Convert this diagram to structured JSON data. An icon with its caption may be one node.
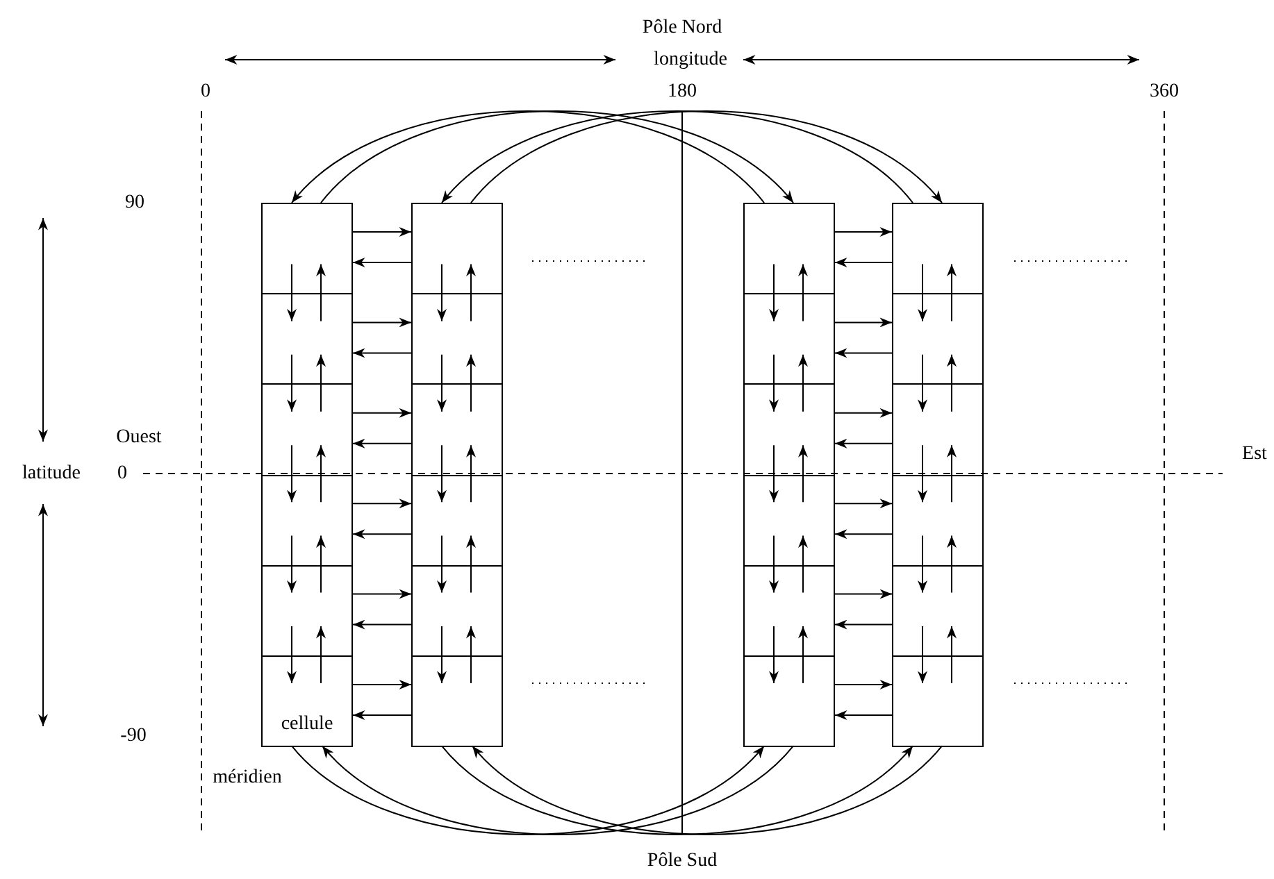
{
  "diagram": {
    "nodes": [
      {
        "text": [],
        "shape": "box"
      },
      {
        "text": [],
        "shape": "box"
      },
      {
        "text": [],
        "shape": "box"
      },
      {
        "text": [],
        "shape": "box"
      },
      {
        "text": [],
        "shape": "box"
      },
      {
        "text": [
          "cellule"
        ]
      },
      {
        "text": [],
        "shape": "box"
      },
      {
        "text": [],
        "shape": "box"
      },
      {
        "text": [],
        "shape": "box"
      },
      {
        "text": [],
        "shape": "box"
      },
      {
        "text": [],
        "shape": "box"
      },
      {
        "text": [],
        "shape": "box"
      },
      {
        "text": [],
        "shape": "box"
      },
      {
        "text": [],
        "shape": "box"
      },
      {
        "text": [],
        "shape": "box"
      },
      {
        "text": [],
        "shape": "box"
      },
      {
        "text": [],
        "shape": "box"
      },
      {
        "text": [],
        "shape": "box"
      },
      {
        "text": [],
        "shape": "box"
      },
      {
        "text": [],
        "shape": "box"
      },
      {
        "text": [],
        "shape": "box"
      },
      {
        "text": [],
        "shape": "box"
      },
      {
        "text": [],
        "shape": "box"
      },
      {
        "text": [],
        "shape": "box"
      }
    ],
    "edges": [
      {
        "from": 0,
        "to": 1,
        "arrow": "to"
      },
      {
        "from": 1,
        "to": 0,
        "arrow": "to"
      },
      {
        "from": 1,
        "to": 2,
        "arrow": "to"
      },
      {
        "from": 2,
        "to": 1,
        "arrow": "to"
      },
      {
        "from": 2,
        "to": 3,
        "arrow": "to"
      },
      {
        "from": 3,
        "to": 2,
        "arrow": "to"
      },
      {
        "from": 3,
        "to": 4,
        "arrow": "to"
      },
      {
        "from": 4,
        "to": 3,
        "arrow": "to"
      },
      {
        "from": 4,
        "to": 5,
        "arrow": "to"
      },
      {
        "from": 5,
        "to": 4,
        "arrow": "to"
      },
      {
        "from": 6,
        "to": 7,
        "arrow": "to"
      },
      {
        "from": 7,
        "to": 6,
        "arrow": "to"
      },
      {
        "from": 7,
        "to": 8,
        "arrow": "to"
      },
      {
        "from": 8,
        "to": 7,
        "arrow": "to"
      },
      {
        "from": 8,
        "to": 9,
        "arrow": "to"
      },
      {
        "from": 9,
        "to": 8,
        "arrow": "to"
      },
      {
        "from": 9,
        "to": 10,
        "arrow": "to"
      },
      {
        "from": 10,
        "to": 9,
        "arrow": "to"
      },
      {
        "from": 10,
        "to": 11,
        "arrow": "to"
      },
      {
        "from": 11,
        "to": 10,
        "arrow": "to"
      },
      {
        "from": 12,
        "to": 13,
        "arrow": "to"
      },
      {
        "from": 13,
        "to": 12,
        "arrow": "to"
      },
      {
        "from": 13,
        "to": 14,
        "arrow": "to"
      },
      {
        "from": 14,
        "to": 13,
        "arrow": "to"
      },
      {
        "from": 14,
        "to": 15,
        "arrow": "to"
      },
      {
        "from": 15,
        "to": 14,
        "arrow": "to"
      },
      {
        "from": 15,
        "to": 16,
        "arrow": "to"
      },
      {
        "from": 16,
        "to": 15,
        "arrow": "to"
      },
      {
        "from": 16,
        "to": 17,
        "arrow": "to"
      },
      {
        "from": 17,
        "to": 16,
        "arrow": "to"
      },
      {
        "from": 18,
        "to": 19,
        "arrow": "to"
      },
      {
        "from": 19,
        "to": 18,
        "arrow": "to"
      },
      {
        "from": 19,
        "to": 20,
        "arrow": "to"
      },
      {
        "from": 20,
        "to": 19,
        "arrow": "to"
      },
      {
        "from": 20,
        "to": 21,
        "arrow": "to"
      },
      {
        "from": 21,
        "to": 20,
        "arrow": "to"
      },
      {
        "from": 21,
        "to": 22,
        "arrow": "to"
      },
      {
        "from": 22,
        "to": 21,
        "arrow": "to"
      },
      {
        "from": 22,
        "to": 23,
        "arrow": "to"
      },
      {
        "from": 23,
        "to": 22,
        "arrow": "to"
      },
      {
        "from": 0,
        "to": 6,
        "arrow": "to"
      },
      {
        "from": 6,
        "to": 0,
        "arrow": "to"
      },
      {
        "from": 1,
        "to": 7,
        "arrow": "to"
      },
      {
        "from": 7,
        "to": 1,
        "arrow": "to"
      },
      {
        "from": 2,
        "to": 8,
        "arrow": "to"
      },
      {
        "from": 8,
        "to": 2,
        "arrow": "to"
      },
      {
        "from": 3,
        "to": 9,
        "arrow": "to"
      },
      {
        "from": 9,
        "to": 3,
        "arrow": "to"
      },
      {
        "from": 4,
        "to": 10,
        "arrow": "to"
      },
      {
        "from": 10,
        "to": 4,
        "arrow": "to"
      },
      {
        "from": 5,
        "to": 11,
        "arrow": "to"
      },
      {
        "from": 11,
        "to": 5,
        "arrow": "to"
      },
      {
        "from": 12,
        "to": 18,
        "arrow": "to"
      },
      {
        "from": 18,
        "to": 12,
        "arrow": "to"
      },
      {
        "from": 13,
        "to": 19,
        "arrow": "to"
      },
      {
        "from": 19,
        "to": 13,
        "arrow": "to"
      },
      {
        "from": 14,
        "to": 20,
        "arrow": "to"
      },
      {
        "from": 20,
        "to": 14,
        "arrow": "to"
      },
      {
        "from": 15,
        "to": 21,
        "arrow": "to"
      },
      {
        "from": 21,
        "to": 15,
        "arrow": "to"
      },
      {
        "from": 16,
        "to": 22,
        "arrow": "to"
      },
      {
        "from": 22,
        "to": 16,
        "arrow": "to"
      },
      {
        "from": 17,
        "to": 23,
        "arrow": "to"
      },
      {
        "from": 23,
        "to": 17,
        "arrow": "to"
      },
      {
        "from": 0,
        "to": 12,
        "arrow": "to"
      },
      {
        "from": 12,
        "to": 0,
        "arrow": "to"
      },
      {
        "from": 6,
        "to": 18,
        "arrow": "to"
      },
      {
        "from": 18,
        "to": 6,
        "arrow": "to"
      },
      {
        "from": 5,
        "to": 17,
        "arrow": "to"
      },
      {
        "from": 17,
        "to": 5,
        "arrow": "to"
      },
      {
        "from": 11,
        "to": 23,
        "arrow": "to"
      },
      {
        "from": 23,
        "to": 11,
        "arrow": "to"
      }
    ],
    "labels": [
      "Pôle Nord",
      "longitude",
      "0",
      "180",
      "360",
      "90",
      "Ouest",
      "latitude",
      "0",
      "Est",
      "-90",
      "méridien",
      "Pôle Sud"
    ]
  }
}
